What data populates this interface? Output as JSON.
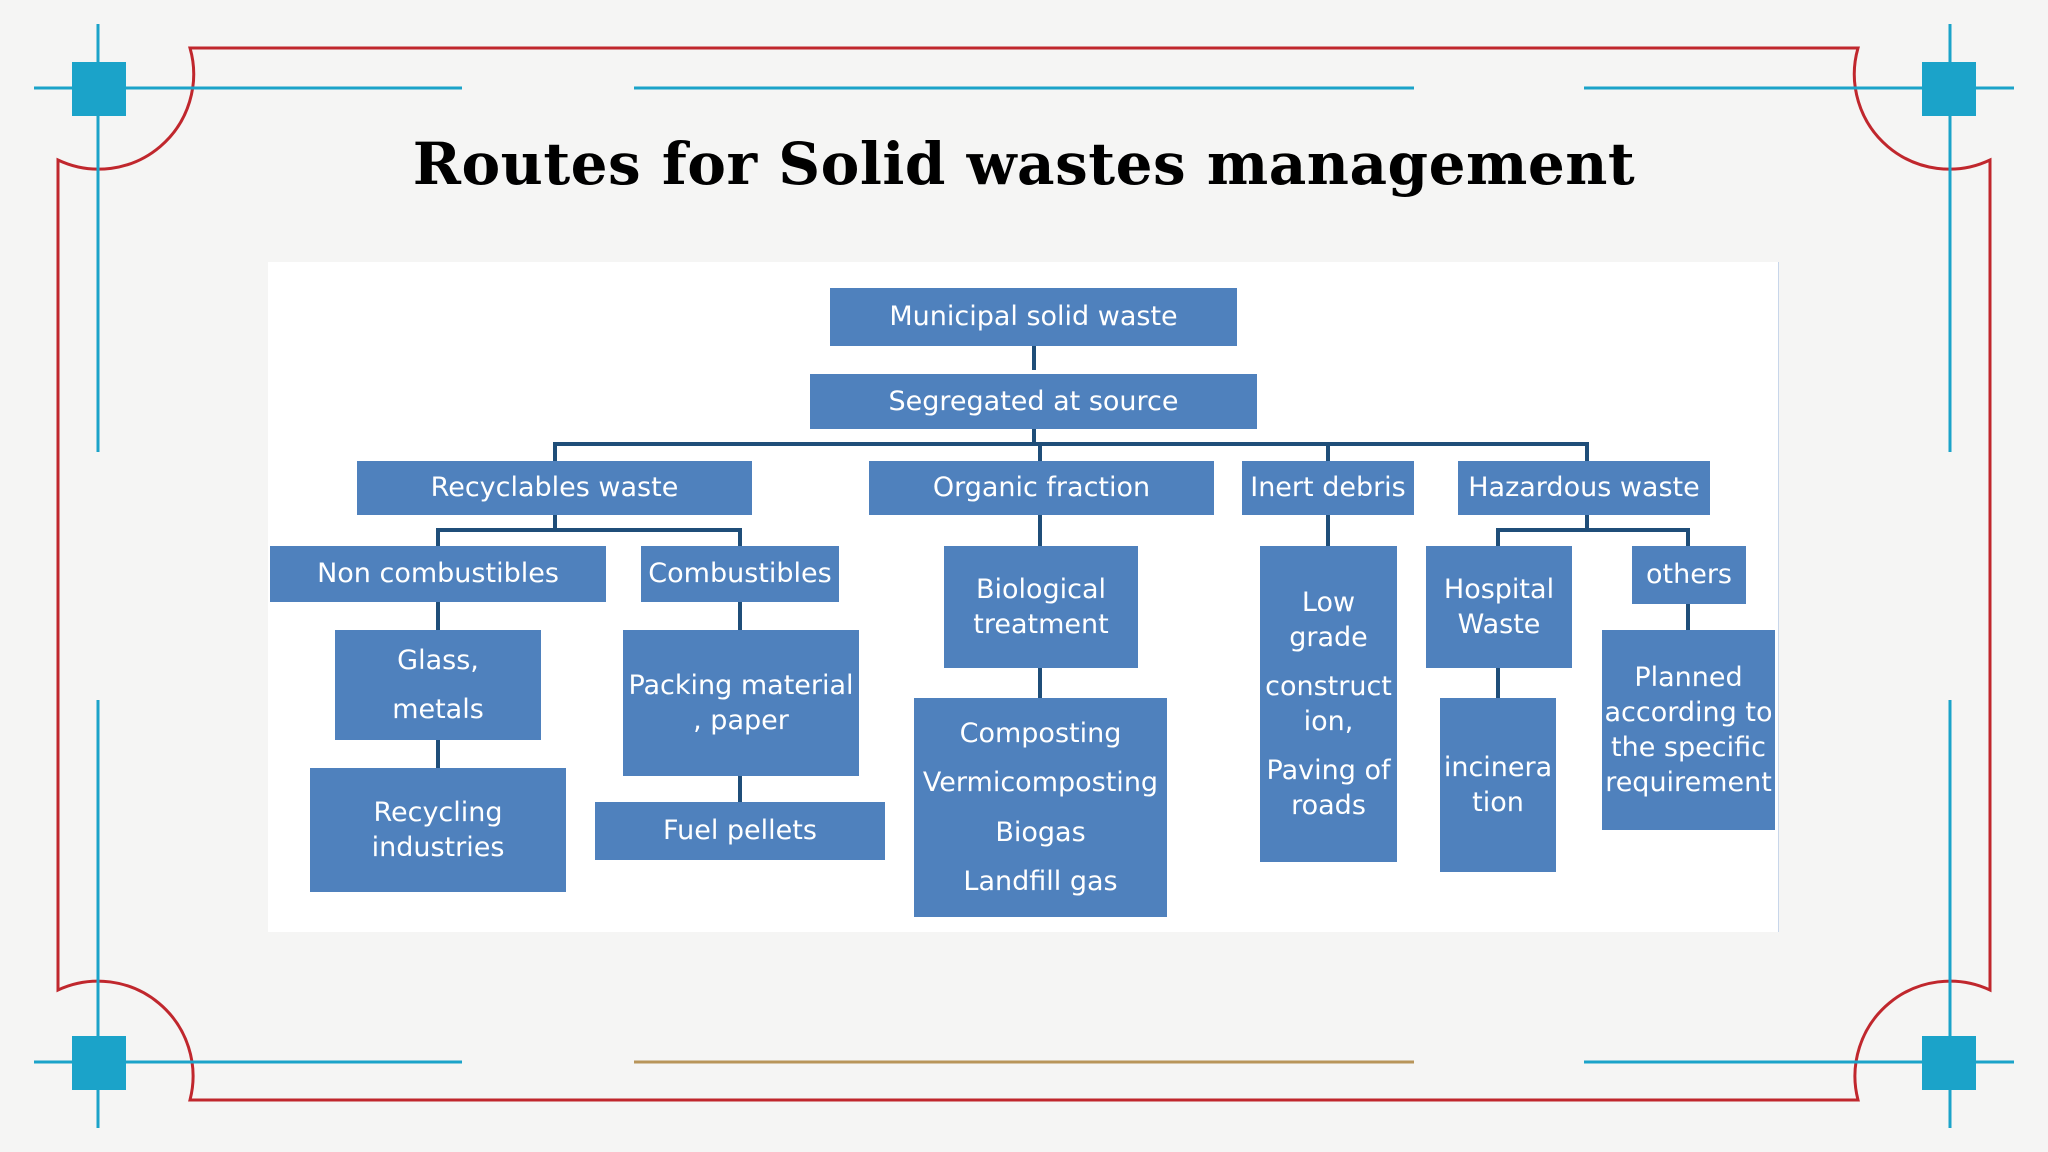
{
  "slide": {
    "title": "Routes for Solid wastes management"
  },
  "colors": {
    "box_fill": "#4f81bd",
    "box_text": "#ffffff",
    "connector": "#1f4e79",
    "frame_red": "#c0272d",
    "frame_cyan": "#1ba3c9",
    "frame_gold": "#b8955a"
  },
  "diagram": {
    "root": "Municipal solid waste",
    "segregated": "Segregated at source",
    "recyclables": "Recyclables waste",
    "organic": "Organic fraction",
    "inert": "Inert debris",
    "hazardous": "Hazardous waste",
    "non_combustibles": "Non combustibles",
    "combustibles": "Combustibles",
    "glass_metals": [
      "Glass,",
      "metals"
    ],
    "recycling_industries": [
      "Recycling",
      "industries"
    ],
    "packing_material": [
      "Packing material",
      ", paper"
    ],
    "fuel_pellets": "Fuel pellets",
    "biological_treatment": [
      "Biological",
      "treatment"
    ],
    "organic_outputs": [
      "Composting",
      "Vermicomposting",
      "Biogas",
      "Landfill gas"
    ],
    "inert_outputs": [
      "Low",
      "grade",
      "construct",
      "ion,",
      "Paving of",
      "roads"
    ],
    "hospital_waste": [
      "Hospital",
      "Waste"
    ],
    "incineration": [
      "incinera",
      "tion"
    ],
    "others": "others",
    "planned": [
      "Planned",
      "according to",
      "the specific",
      "requirement"
    ]
  }
}
